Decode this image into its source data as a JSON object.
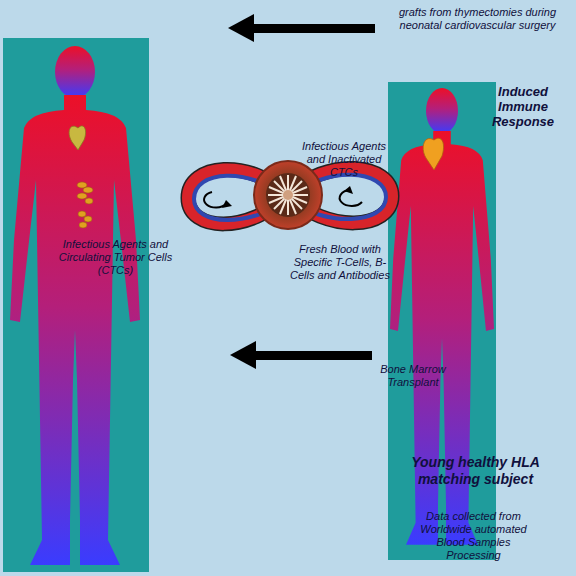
{
  "diagram": {
    "nodes": [
      {
        "text": [
          "Infectious Agents and Circulating Tumor Cells (CTCs)"
        ]
      },
      {
        "text": [
          "Induced Immune Response",
          "Young healthy HLA matching subject",
          "Data collected from Worldwide automated Blood Samples Processing"
        ]
      }
    ],
    "labels": [
      "grafts from thymectomies during neonatal cardiovascular surgery",
      "Infectious Agents and Inactivated CTCs",
      "Fresh Blood with Specific T-Cells, B-Cells and Antibodies",
      "Bone Marrow Transplant"
    ]
  }
}
